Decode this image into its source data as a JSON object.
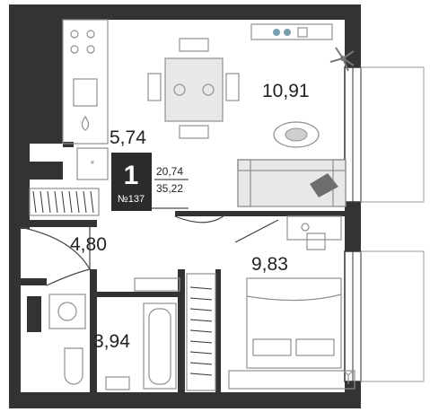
{
  "apartment": {
    "rooms": "1",
    "number": "№137",
    "living_area": "20,74",
    "total_area": "35,22"
  },
  "rooms": {
    "living_kitchen": "10,91",
    "kitchen_zone": "5,74",
    "hall": "4,80",
    "bathroom": "3,94",
    "bedroom": "9,83"
  },
  "colors": {
    "wall": "#333333",
    "badge": "#2b2b2b",
    "furniture_stroke": "#8f8f8f",
    "furniture_fill": "#e8e8e8",
    "accent": "#1f6b5a"
  }
}
